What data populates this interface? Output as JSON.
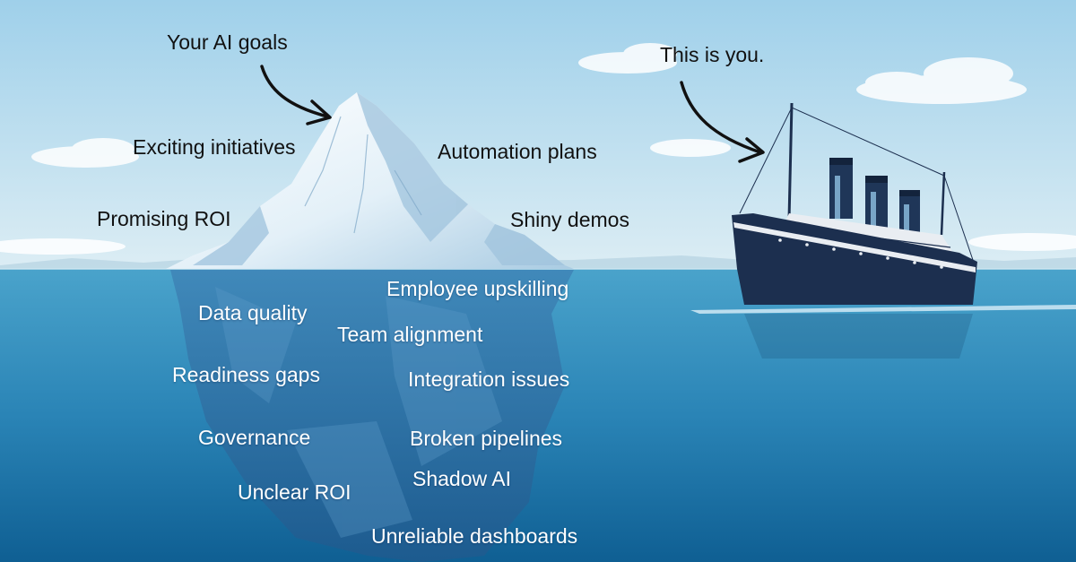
{
  "colors": {
    "sky_top": "#9fd0ea",
    "sky_bottom": "#d9ecf4",
    "water_top": "#3f9cc5",
    "water_bottom": "#0f5f93",
    "iceberg_light": "#f2f8fc",
    "iceberg_shadow": "#9ec4de",
    "iceberg_underwater": "#2d6fa6",
    "ship_hull": "#1c2f4f",
    "ship_deck": "#e9edf2",
    "funnel": "#1f3658",
    "above_text": "#111111",
    "below_text": "#ffffff"
  },
  "callouts": {
    "goals": "Your AI goals",
    "you": "This is you."
  },
  "above_water": [
    "Exciting initiatives",
    "Automation plans",
    "Promising ROI",
    "Shiny demos"
  ],
  "below_water": [
    "Employee upskilling",
    "Data quality",
    "Team alignment",
    "Readiness gaps",
    "Integration issues",
    "Governance",
    "Broken pipelines",
    "Shadow AI",
    "Unclear ROI",
    "Unreliable dashboards"
  ],
  "icons": [
    "arrow-to-iceberg-icon",
    "arrow-to-ship-icon",
    "iceberg-icon",
    "ship-icon"
  ]
}
